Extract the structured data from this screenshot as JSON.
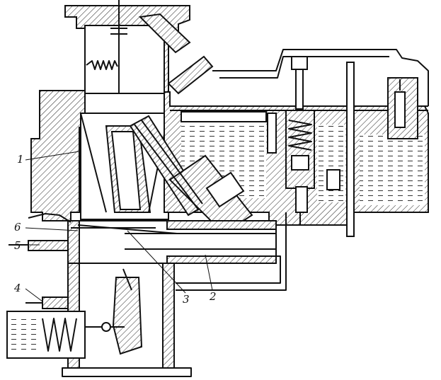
{
  "labels": [
    {
      "id": "1",
      "text": "1"
    },
    {
      "id": "6",
      "text": "6"
    },
    {
      "id": "5",
      "text": "5"
    },
    {
      "id": "4",
      "text": "4"
    },
    {
      "id": "3",
      "text": "3"
    },
    {
      "id": "2",
      "text": "2"
    }
  ]
}
